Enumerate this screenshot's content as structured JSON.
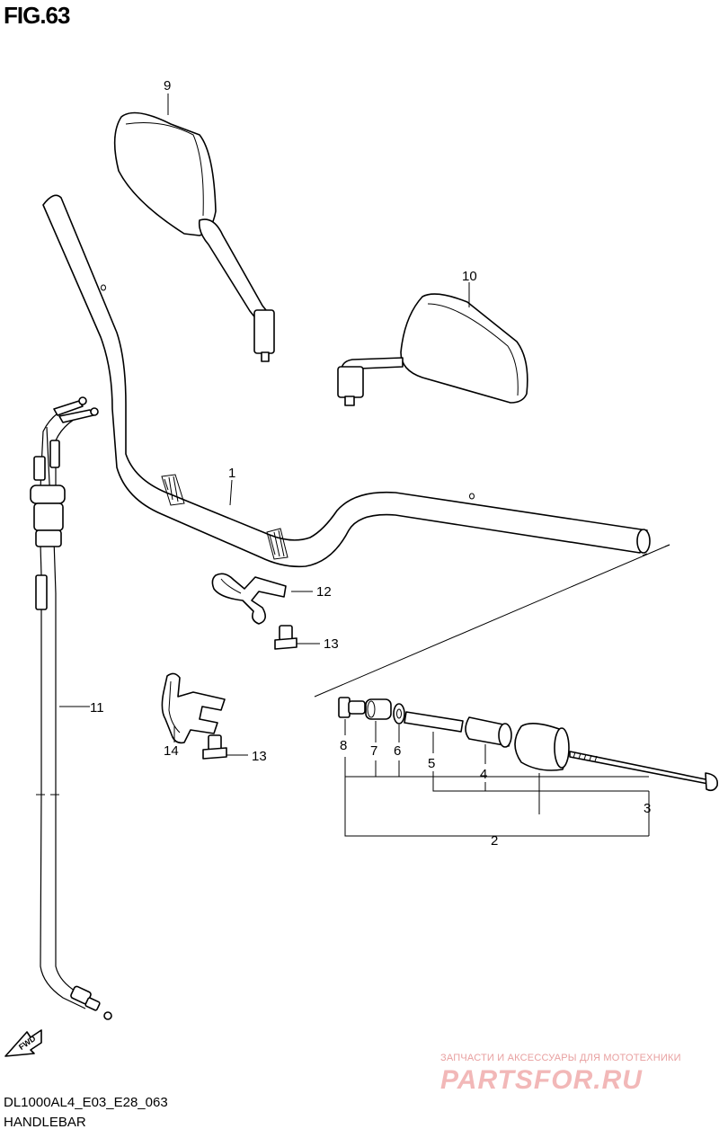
{
  "figure": {
    "title": "FIG.63"
  },
  "footer": {
    "model_code": "DL1000AL4_E03_E28_063",
    "caption": "HANDLEBAR"
  },
  "direction_marker": {
    "label": "FWD",
    "icon": "fwd-arrow-icon"
  },
  "callouts": {
    "p1": "1",
    "p2": "2",
    "p3": "3",
    "p4": "4",
    "p5": "5",
    "p6": "6",
    "p7": "7",
    "p8": "8",
    "p9": "9",
    "p10": "10",
    "p11": "11",
    "p12": "12",
    "p13a": "13",
    "p13b": "13",
    "p14": "14"
  },
  "watermark": {
    "tagline": "ЗАПЧАСТИ И АКСЕССУАРЫ ДЛЯ МОТОТЕХНИКИ",
    "logo": "PARTSFOR.RU",
    "color": "#e8a0a0"
  }
}
